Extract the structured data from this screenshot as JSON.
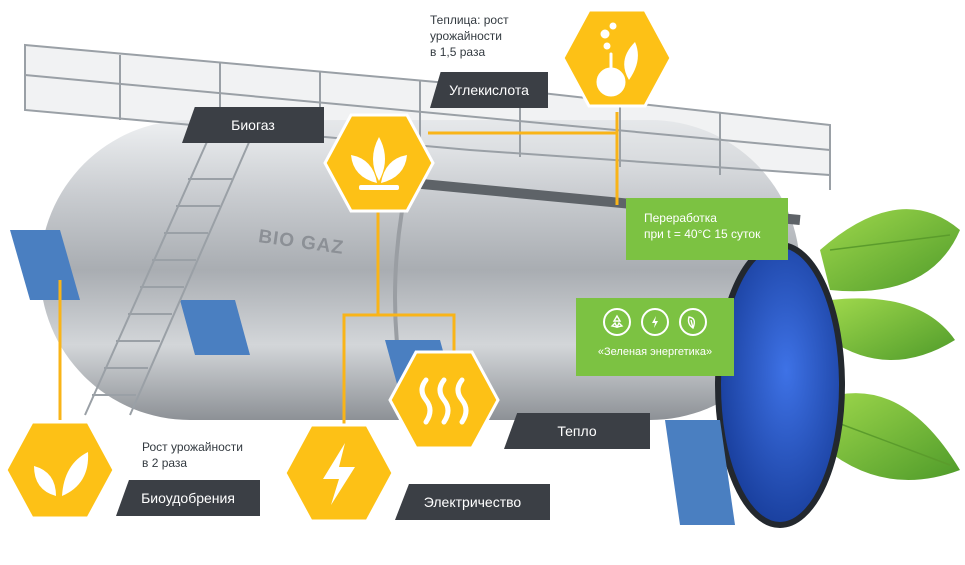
{
  "tank_text": "BIO GAZ",
  "labels": {
    "carbon_dioxide": "Углекислота",
    "biogas": "Биогаз",
    "heat": "Тепло",
    "electricity": "Электричество",
    "biofertilizers": "Биоудобрения"
  },
  "notes": {
    "greenhouse_line1": "Теплица: рост",
    "greenhouse_line2": "урожайности",
    "greenhouse_line3": "в 1,5 раза",
    "crop_line1": "Рост урожайности",
    "crop_line2": "в 2 раза"
  },
  "processing": {
    "line1": "Переработка",
    "line2": "при t = 40°C 15 суток"
  },
  "green_energy": {
    "text": "«Зеленая энергетика»",
    "icons": [
      "recycle-icon",
      "energy-icon",
      "leaf-icon"
    ]
  },
  "colors": {
    "hex_fill": "#fdc116",
    "hex_border": "#ffffff",
    "connector": "#f9b418",
    "label_bg": "#3b3f45",
    "green_box": "#7cc242",
    "tank_end": "#2a55c4"
  }
}
